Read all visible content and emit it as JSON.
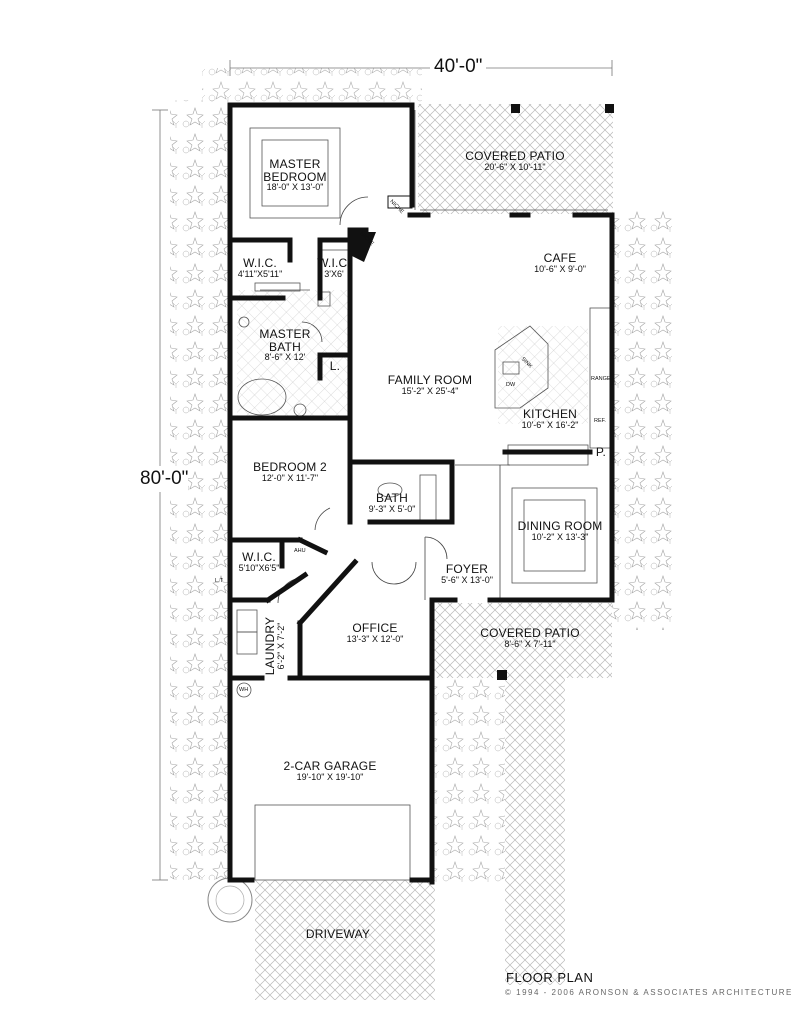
{
  "overall": {
    "width": "40'-0\"",
    "depth": "80'-0\""
  },
  "rooms": {
    "master_bedroom": {
      "name": "MASTER\nBEDROOM",
      "dims": "18'-0\" X 13'-0\""
    },
    "covered_patio_rear": {
      "name": "COVERED PATIO",
      "dims": "20'-6\" X 10'-11\""
    },
    "wic_1": {
      "name": "W.I.C.",
      "dims": "4'11\"X5'11\""
    },
    "wic_2": {
      "name": "W.I.C.",
      "dims": "3'X6'"
    },
    "cafe": {
      "name": "CAFE",
      "dims": "10'-6\" X 9'-0\""
    },
    "master_bath": {
      "name": "MASTER\nBATH",
      "dims": "8'-6\" X 12'"
    },
    "linen": {
      "name": "L."
    },
    "family_room": {
      "name": "FAMILY ROOM",
      "dims": "15'-2\" X 25'-4\""
    },
    "kitchen": {
      "name": "KITCHEN",
      "dims": "10'-6\" X 16'-2\""
    },
    "pantry": {
      "name": "P."
    },
    "bedroom_2": {
      "name": "BEDROOM 2",
      "dims": "12'-0\" X 11'-7\""
    },
    "bath": {
      "name": "BATH",
      "dims": "9'-3\" X 5'-0\""
    },
    "dining_room": {
      "name": "DINING ROOM",
      "dims": "10'-2\" X 13'-3\""
    },
    "wic_3": {
      "name": "W.I.C.",
      "dims": "5'10\"X6'5\""
    },
    "foyer": {
      "name": "FOYER",
      "dims": "5'-6\" X 13'-0\""
    },
    "office": {
      "name": "OFFICE",
      "dims": "13'-3\" X 12'-0\""
    },
    "laundry": {
      "name": "LAUNDRY",
      "dims": "6'-2\" X 7'-2\""
    },
    "covered_patio_front": {
      "name": "COVERED PATIO",
      "dims": "8'-6\" X 7'-11\""
    },
    "garage": {
      "name": "2-CAR GARAGE",
      "dims": "19'-10\" X 19'-10\""
    },
    "driveway": {
      "name": "DRIVEWAY"
    }
  },
  "fixtures": {
    "niche_1": "NICHE",
    "niche_2": "NICHE",
    "dw": "DW",
    "sink": "SINK",
    "range": "RANGE",
    "ref": "REF.",
    "ahu": "AHU",
    "wh": "WH",
    "lt": "L.T"
  },
  "footer": {
    "title": "FLOOR PLAN",
    "copyright": "© 1994 - 2006 ARONSON & ASSOCIATES ARCHITECTURE"
  }
}
